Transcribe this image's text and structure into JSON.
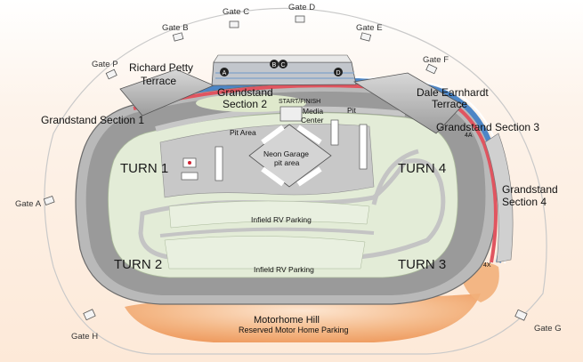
{
  "gates": {
    "a": "Gate A",
    "b": "Gate B",
    "c": "Gate C",
    "d": "Gate D",
    "e": "Gate E",
    "f": "Gate F",
    "g": "Gate G",
    "h": "Gate H",
    "p": "Gate P"
  },
  "areas": {
    "richard_petty_terrace_line1": "Richard Petty",
    "richard_petty_terrace_line2": "Terrace",
    "dale_earnhardt_terrace_line1": "Dale Earnhardt",
    "dale_earnhardt_terrace_line2": "Terrace",
    "grandstand_section_1": "Grandstand Section 1",
    "grandstand_section_2_line1": "Grandstand",
    "grandstand_section_2_line2": "Section 2",
    "grandstand_section_3": "Grandstand Section 3",
    "grandstand_section_4_line1": "Grandstand",
    "grandstand_section_4_line2": "Section 4",
    "start_finish": "START/FINISH",
    "media_center_line1": "Media",
    "media_center_line2": "Center",
    "pit": "Pit",
    "pit_area": "Pit Area",
    "neon_garage_line1": "Neon Garage",
    "neon_garage_line2": "pit area",
    "infield_rv_parking_1": "Infield RV Parking",
    "infield_rv_parking_2": "Infield RV Parking",
    "motorhome_hill": "Motorhome Hill",
    "reserved_motor_home_parking": "Reserved Motor Home Parking"
  },
  "turns": {
    "turn1": "TURN 1",
    "turn2": "TURN 2",
    "turn3": "TURN 3",
    "turn4": "TURN 4"
  },
  "markers": {
    "a": "A",
    "b": "B",
    "c": "C",
    "d": "D",
    "4a": "4A",
    "4x": "4X"
  },
  "colors": {
    "track": "#9a9a9a",
    "infield": "#e3ecd7",
    "grandstand_red": "#e05560",
    "grandstand_blue": "#4d86c6",
    "motorhome_hill": "#f2b07a"
  }
}
